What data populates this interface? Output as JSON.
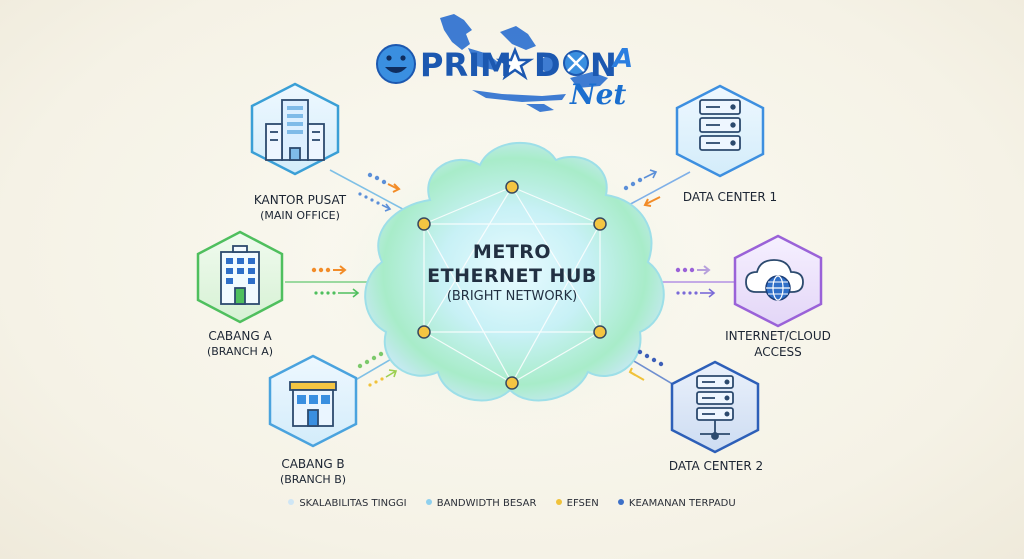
{
  "logo": {
    "word1": "PRIM",
    "word2": "D",
    "word3": "N",
    "word4": "A",
    "sub": "Net"
  },
  "hub": {
    "title_line1": "METRO",
    "title_line2": "ETHERNET HUB",
    "subtitle": "(BRIGHT NETWORK)"
  },
  "nodes": {
    "kantor_pusat": {
      "line1": "KANTOR PUSAT",
      "line2": "(MAIN OFFICE)",
      "color": "#3a9fd6"
    },
    "cabang_a": {
      "line1": "CABANG A",
      "line2": "(BRANCH A)",
      "color": "#4fbf5e"
    },
    "cabang_b": {
      "line1": "CABANG B",
      "line2": "(BRANCH B)",
      "color": "#4aa3de"
    },
    "data_center_1": {
      "line1": "DATA CENTER 1",
      "color": "#3d8fe0"
    },
    "internet_cloud": {
      "line1": "INTERNET/CLOUD",
      "line2": "ACCESS",
      "color": "#9a62d8"
    },
    "data_center_2": {
      "line1": "DATA CENTER 2",
      "color": "#2d5fb8"
    }
  },
  "legend": [
    {
      "label": "SKALABILITAS TINGGI",
      "color": "#cfe6f5"
    },
    {
      "label": "BANDWIDTH BESAR",
      "color": "#8fd0ee"
    },
    {
      "label": "EFSEN",
      "color": "#f0c23a"
    },
    {
      "label": "KEAMANAN TERPADU",
      "color": "#3d70c8"
    }
  ],
  "colors": {
    "accent": "#1c58b0",
    "hub_glow": "#9ee8d6",
    "node_yellow": "#f4c542",
    "arrow_orange": "#f28c28"
  },
  "icons": {
    "kantor_pusat": "office-building-icon",
    "cabang_a": "building-icon",
    "cabang_b": "shop-icon",
    "data_center_1": "server-icon",
    "internet_cloud": "cloud-globe-icon",
    "data_center_2": "server-network-icon"
  }
}
